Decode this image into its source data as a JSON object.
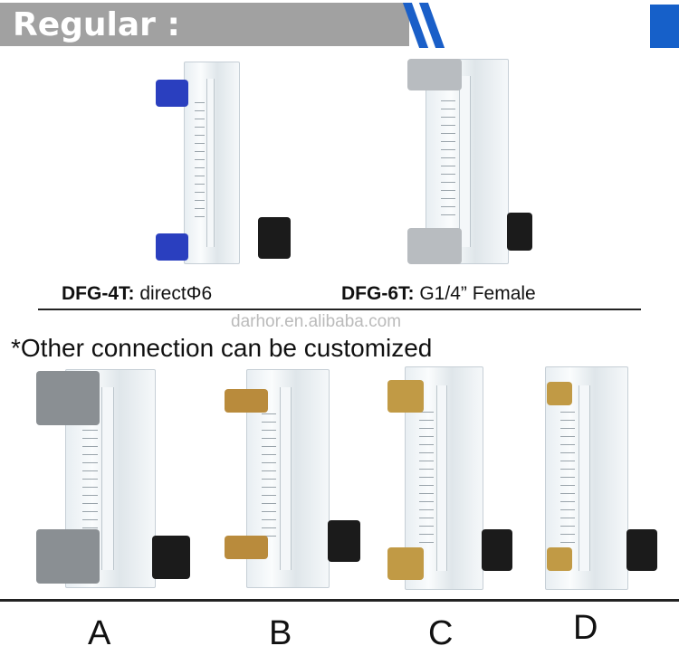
{
  "header": {
    "title": "Regular :",
    "accent_color": "#1660c9",
    "banner_color": "#a1a1a1"
  },
  "regular_models": [
    {
      "model": "DFG-4T:",
      "connection": "directΦ6"
    },
    {
      "model": "DFG-6T:",
      "connection": "G1/4” Female"
    }
  ],
  "note": "*Other connection can be customized",
  "watermark": "darhor.en.alibaba.com",
  "variants": [
    {
      "label": "A"
    },
    {
      "label": "B"
    },
    {
      "label": "C"
    },
    {
      "label": "D"
    }
  ]
}
